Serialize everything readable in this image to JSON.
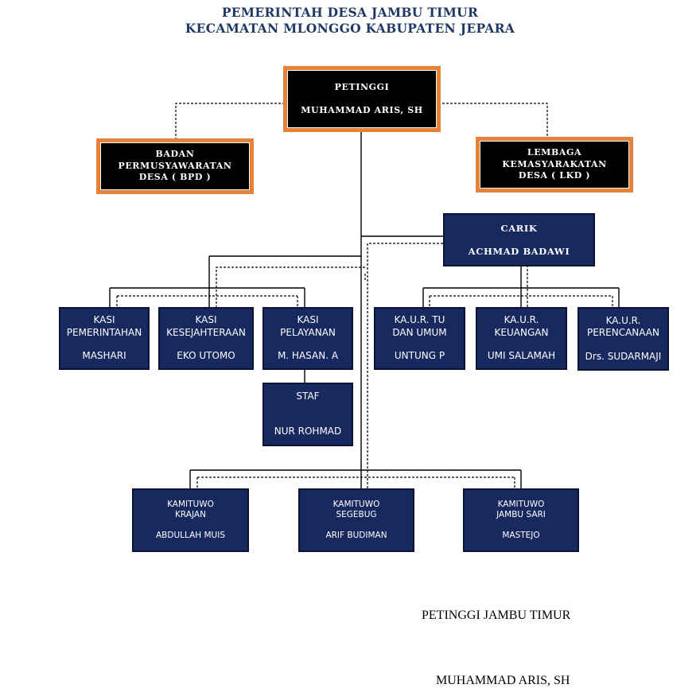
{
  "header": {
    "line1": "PEMERINTAH DESA JAMBU TIMUR",
    "line2": "KECAMATAN MLONGGO KABUPATEN JEPARA"
  },
  "petinggi": {
    "role": "PETINGGI",
    "name": "MUHAMMAD ARIS, SH"
  },
  "bpd": {
    "label": "BADAN\nPERMUSYAWARATAN\nDESA ( BPD )"
  },
  "lkd": {
    "label": "LEMBAGA\nKEMASYARAKATAN\nDESA ( LKD )"
  },
  "carik": {
    "role": "CARIK",
    "name": "ACHMAD BADAWI"
  },
  "kasi": [
    {
      "role": "KASI\nPEMERINTAHAN",
      "name": "MASHARI"
    },
    {
      "role": "KASI\nKESEJAHTERAAN",
      "name": "EKO UTOMO"
    },
    {
      "role": "KASI\nPELAYANAN",
      "name": "M. HASAN. A"
    }
  ],
  "staf": {
    "role": "STAF",
    "name": "NUR ROHMAD"
  },
  "kaur": [
    {
      "role": "KA.U.R. TU\nDAN UMUM",
      "name": "UNTUNG P"
    },
    {
      "role": "KA.U.R.\nKEUANGAN",
      "name": "UMI SALAMAH"
    },
    {
      "role": "KA.U.R.\nPERENCANAAN",
      "name": "Drs. SUDARMAJI"
    }
  ],
  "kamituwo": [
    {
      "role": "KAMITUWO\nKRAJAN",
      "name": "ABDULLAH MUIS"
    },
    {
      "role": "KAMITUWO\nSEGEBUG",
      "name": "ARIF BUDIMAN"
    },
    {
      "role": "KAMITUWO\nJAMBU SARI",
      "name": "MASTEJO"
    }
  ],
  "signature": {
    "title": "PETINGGI JAMBU TIMUR",
    "name": "MUHAMMAD ARIS, SH"
  },
  "colors": {
    "box_fill": "#17295e",
    "accent_orange": "#e8823a",
    "title_text": "#1f3864"
  }
}
